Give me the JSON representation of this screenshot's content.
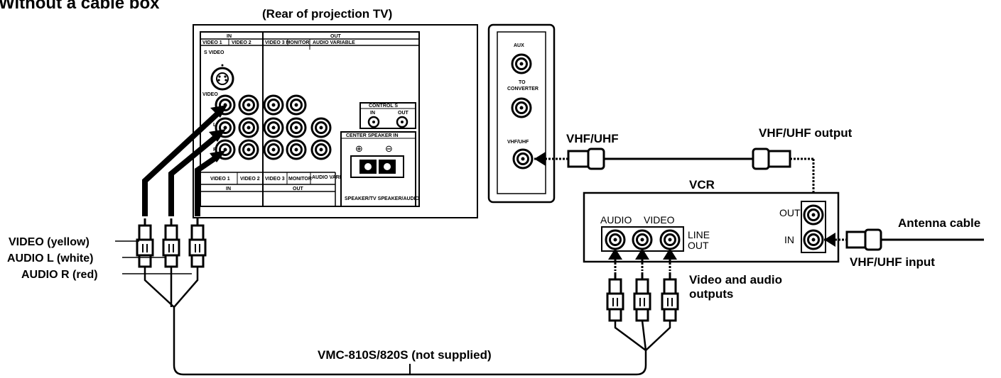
{
  "header": {
    "title": "Without a cable box",
    "rear_label": "(Rear of projection TV)"
  },
  "tv_panel": {
    "in_top": "IN",
    "out_top": "OUT",
    "video1_top": "VIDEO 1",
    "video2_top": "VIDEO 2",
    "video3_monitor_top": "VIDEO 3 MONITOR",
    "audio_variable_top": "AUDIO VARIABLE",
    "s_video": "S VIDEO",
    "video_row": "VIDEO",
    "l_row": "L",
    "r_row": "R",
    "video1_bottom": "VIDEO 1",
    "video2_bottom": "VIDEO 2",
    "video3_bottom": "VIDEO 3",
    "monitor_bottom": "MONITOR",
    "audio_variable_bottom": "AUDIO VARIABLE",
    "in_bottom": "IN",
    "out_bottom": "OUT",
    "control_s": "CONTROL S",
    "control_in": "IN",
    "control_out": "OUT",
    "center_speaker": "CENTER SPEAKER IN",
    "plus": "⊕",
    "minus": "⊖",
    "speaker_note": "SPEAKER/TV SPEAKER/AUDIO"
  },
  "antenna_panel": {
    "aux": "AUX",
    "to_converter": "TO CONVERTER",
    "vhf_uhf_jack": "VHF/UHF"
  },
  "vcr": {
    "title": "VCR",
    "audio": "AUDIO",
    "video": "VIDEO",
    "line_out": "LINE OUT",
    "out": "OUT",
    "in": "IN"
  },
  "labels": {
    "vhf_uhf": "VHF/UHF",
    "vhf_uhf_output": "VHF/UHF output",
    "antenna_cable": "Antenna cable",
    "vhf_uhf_input": "VHF/UHF input",
    "video_yellow": "VIDEO (yellow)",
    "audio_l_white": "AUDIO L (white)",
    "audio_r_red": "AUDIO R (red)",
    "video_audio_outputs_1": "Video and audio",
    "video_audio_outputs_2": "outputs",
    "cable_name": "VMC-810S/820S (not supplied)"
  }
}
